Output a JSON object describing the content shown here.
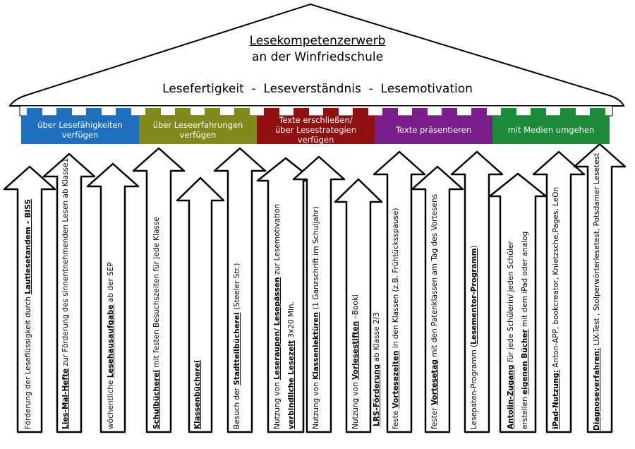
{
  "title": {
    "line1": "Lesekompetenzerwerb",
    "line2": "an der Winfriedschule",
    "motto": "Lesefertigkeit  -  Leseverständnis  -  Lesemotivation"
  },
  "colors": {
    "blue": "#1f6fc0",
    "olive": "#7f8a1a",
    "red": "#8e1010",
    "purple": "#7a1e8c",
    "green": "#1d8a3a"
  },
  "categories": [
    {
      "line1": "über Lesefähigkeiten",
      "line2": "verfügen"
    },
    {
      "line1": "über Leseerfahrungen",
      "line2": "verfügen"
    },
    {
      "line1": "Texte erschließen/",
      "line2": "über Lesestrategien verfügen"
    },
    {
      "line1": "Texte präsentieren",
      "line2": ""
    },
    {
      "line1": "mit Medien umgehen",
      "line2": ""
    }
  ],
  "pillars": [
    {
      "lines": [
        [
          [
            "Förderung der Leseflüssigkeit durch ",
            false
          ],
          [
            "Lautlesetandem – BISS",
            true
          ]
        ]
      ]
    },
    {
      "lines": [
        [
          [
            "Lies-Mal-Hefte",
            true
          ],
          [
            " zur Förderung des sinnentnehmenden Lesen ab Klasse1",
            false
          ]
        ]
      ]
    },
    {
      "lines": [
        [
          [
            "wöchentliche ",
            false
          ],
          [
            "Lesehausaufgabe",
            true
          ],
          [
            " ab der SEP",
            false
          ]
        ]
      ]
    },
    {
      "lines": [
        [
          [
            "Schulbücherei",
            true
          ],
          [
            " mit festen Besuchszeiten für jede Klasse",
            false
          ]
        ]
      ]
    },
    {
      "lines": [
        [
          [
            "Klassenbücherei",
            true
          ]
        ]
      ]
    },
    {
      "lines": [
        [
          [
            "Besuch der ",
            false
          ],
          [
            "Stadtteilbücherei",
            true
          ],
          [
            " (Steeler Str.)",
            false
          ]
        ]
      ]
    },
    {
      "lines": [
        [
          [
            "Nutzung von ",
            false
          ],
          [
            "Leseraupen/ Lesepässen",
            true
          ],
          [
            " zur Lesemotivation",
            false
          ]
        ],
        [
          [
            "verbindliche Lesezeit",
            true
          ],
          [
            " 3x20 Min.",
            false
          ]
        ]
      ]
    },
    {
      "lines": [
        [
          [
            "Nutzung von ",
            false
          ],
          [
            "Klassenlektüren",
            true
          ],
          [
            " (1 Ganzschrift im Schuljahr)",
            false
          ]
        ]
      ]
    },
    {
      "lines": [
        [
          [
            "Nutzung von ",
            false
          ],
          [
            "Vorlesestiften",
            true
          ],
          [
            " –Booki",
            false
          ]
        ]
      ]
    },
    {
      "lines": [
        [
          [
            "LRS-Förderung",
            true
          ],
          [
            " ab Klasse 2/3",
            false
          ]
        ]
      ]
    },
    {
      "lines": [
        [
          [
            "feste ",
            false
          ],
          [
            "Vortesezeiten",
            true
          ],
          [
            " in den Klassen (z.B. Frühtücksspause)",
            false
          ]
        ]
      ]
    },
    {
      "lines": [
        [
          [
            "fester ",
            false
          ],
          [
            "Vortesetag",
            true
          ],
          [
            " mit den Patenklassen am Tag des Vortesens",
            false
          ]
        ]
      ]
    },
    {
      "lines": [
        [
          [
            "Lesepaten-Programm (",
            false
          ],
          [
            "Lesementor-Programm",
            true
          ],
          [
            ")",
            false
          ]
        ]
      ]
    },
    {
      "lines": [
        [
          [
            "Antolin-Zugang",
            true
          ],
          [
            " für jede Schülerin/ jeden Schüler",
            false
          ]
        ],
        [
          [
            "erstellen ",
            false
          ],
          [
            "eigenen Bücher",
            true
          ],
          [
            " mit dem iPad oder analog",
            false
          ]
        ]
      ]
    },
    {
      "lines": [
        [
          [
            "iPad-Nutzung:",
            true
          ],
          [
            " Anton-APP, bookcreator, Knietzsche,Pages, LeOn",
            false
          ]
        ]
      ]
    },
    {
      "lines": [
        [
          [
            "Diagnoseverfahren:",
            true
          ],
          [
            " LIX-Test , Stolperwörterlesetest, Potsdamer Lesetest",
            false
          ]
        ]
      ]
    }
  ]
}
